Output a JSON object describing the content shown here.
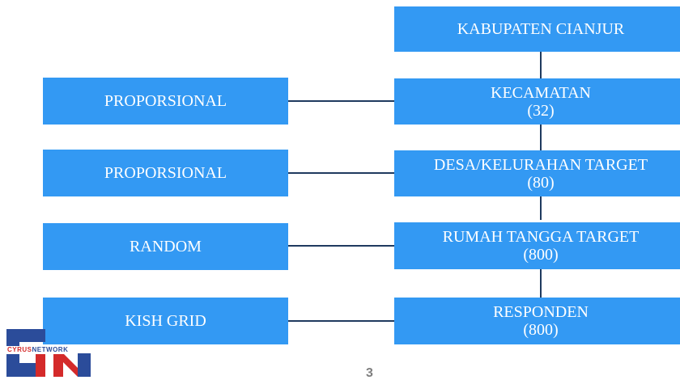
{
  "right_column": [
    {
      "line1": "KABUPATEN CIANJUR",
      "line2": ""
    },
    {
      "line1": "KECAMATAN",
      "line2": "(32)"
    },
    {
      "line1": "DESA/KELURAHAN TARGET",
      "line2": "(80)"
    },
    {
      "line1": "RUMAH TANGGA TARGET",
      "line2": "(800)"
    },
    {
      "line1": "RESPONDEN",
      "line2": "(800)"
    }
  ],
  "left_column": [
    {
      "label": "PROPORSIONAL"
    },
    {
      "label": "PROPORSIONAL"
    },
    {
      "label": "RANDOM"
    },
    {
      "label": "KISH GRID"
    }
  ],
  "logo": {
    "text_part1": "CYRUS",
    "text_part2": "NETWORK"
  },
  "page_number": "3",
  "colors": {
    "box_fill": "#3399f3",
    "connector": "#1f3a5f",
    "logo_red": "#d42a2a",
    "logo_blue": "#2b4c9a"
  }
}
